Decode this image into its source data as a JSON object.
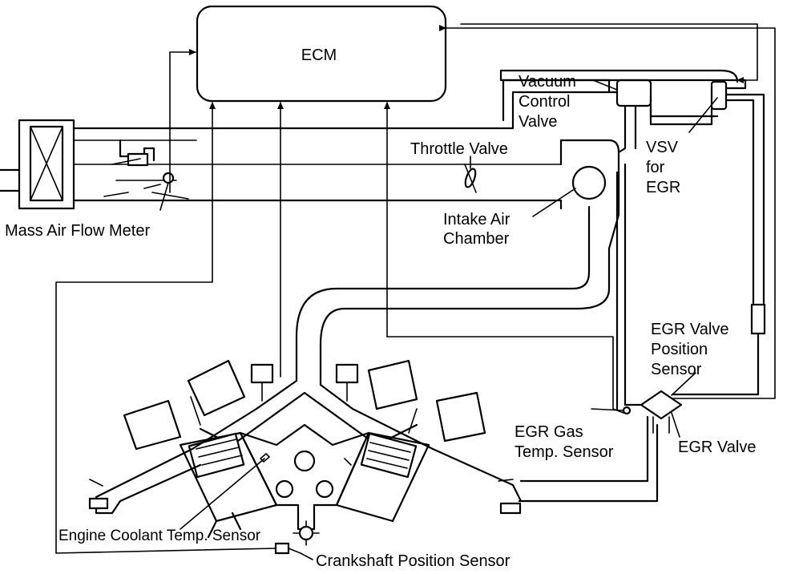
{
  "labels": {
    "ecm": "ECM",
    "vacuum_control_valve": [
      "Vacuum",
      "Control",
      "Valve"
    ],
    "throttle_valve": "Throttle Valve",
    "vsv_for_egr": [
      "VSV",
      "for",
      "EGR"
    ],
    "mass_air_flow_meter": "Mass Air Flow Meter",
    "intake_air_chamber": [
      "Intake Air",
      "Chamber"
    ],
    "egr_valve_position_sensor": [
      "EGR Valve",
      "Position",
      "Sensor"
    ],
    "egr_gas_temp_sensor": [
      "EGR Gas",
      "Temp. Sensor"
    ],
    "egr_valve": "EGR Valve",
    "engine_coolant_temp_sensor": "Engine Coolant Temp. Sensor",
    "crankshaft_position_sensor": "Crankshaft Position Sensor"
  },
  "colors": {
    "line": "#000000",
    "background": "#ffffff"
  }
}
